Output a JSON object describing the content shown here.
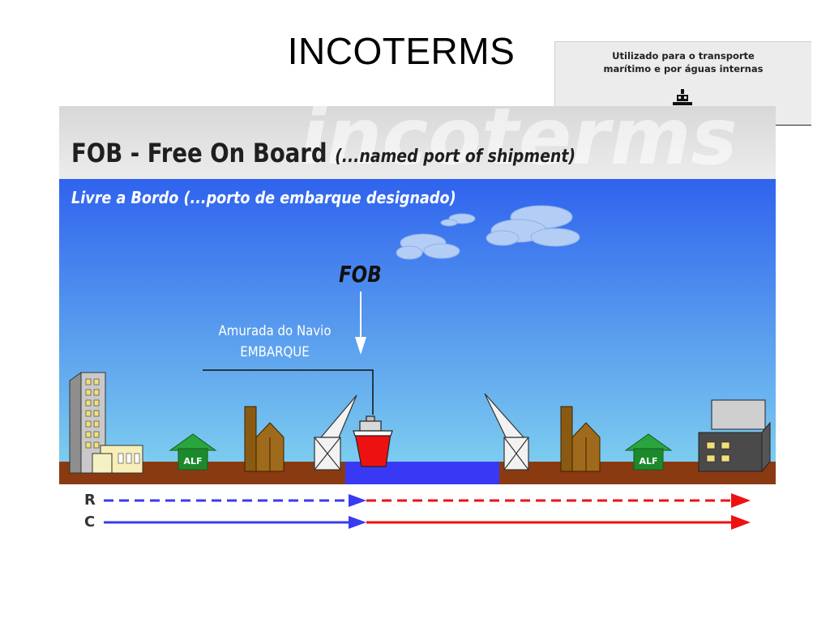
{
  "slide": {
    "title": "INCOTERMS"
  },
  "info_box": {
    "line1": "Utilizado para o transporte",
    "line2": "marítimo e por águas internas",
    "icon": "ship-icon"
  },
  "diagram": {
    "heading_main": "FOB - Free On Board",
    "heading_sub": "(...named port of shipment)",
    "subtitle_pt": "Livre a Bordo (...porto de embarque designado)",
    "watermark": "incoterms",
    "fob_label": "FOB",
    "ship_rail_line1": "Amurada do Navio",
    "ship_rail_line2": "EMBARQUE",
    "warehouse_label": "ALF",
    "risk_label": "R",
    "cost_label": "C"
  },
  "colors": {
    "sky_top": "#2f63ee",
    "sky_bottom": "#79c9ef",
    "ground": "#8a3a10",
    "water": "#3939f5",
    "seller_blue": "#3a3af0",
    "buyer_red": "#ee1111",
    "ship_red": "#ee1111",
    "warehouse_green": "#1c8a2c",
    "header_gray": "#e2e2e2"
  }
}
